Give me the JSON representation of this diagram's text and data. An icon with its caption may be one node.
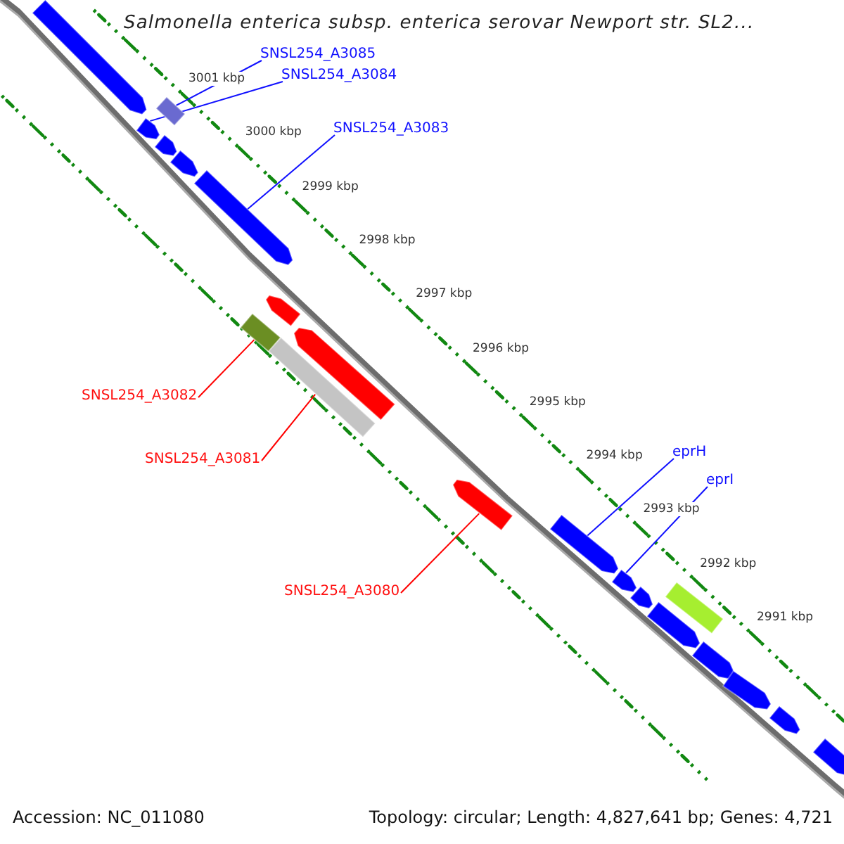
{
  "diagram": {
    "title": "Salmonella enterica subsp. enterica serovar Newport str. SL2...",
    "nodes": [
      {
        "text": [
          "SNSL254_A3085"
        ]
      },
      {
        "text": [
          "SNSL254_A3084"
        ]
      },
      {
        "text": [
          "SNSL254_A3083"
        ]
      },
      {
        "text": [
          "SNSL254_A3082"
        ]
      },
      {
        "text": [
          "SNSL254_A3081"
        ]
      },
      {
        "text": [
          "SNSL254_A3080"
        ]
      },
      {
        "text": [
          "eprH"
        ]
      },
      {
        "text": [
          "eprI"
        ]
      },
      {
        "text": [],
        "shape": "arrow"
      },
      {
        "text": [],
        "shape": "box"
      },
      {
        "text": [],
        "shape": "arrow"
      },
      {
        "text": [],
        "shape": "arrow"
      },
      {
        "text": [],
        "shape": "arrow"
      },
      {
        "text": [],
        "shape": "arrow"
      },
      {
        "text": [],
        "shape": "arrow"
      },
      {
        "text": [],
        "shape": "box"
      },
      {
        "text": [],
        "shape": "arrow"
      },
      {
        "text": [],
        "shape": "box"
      },
      {
        "text": [],
        "shape": "arrow"
      },
      {
        "text": [],
        "shape": "arrow"
      },
      {
        "text": [],
        "shape": "arrow"
      },
      {
        "text": [],
        "shape": "arrow"
      },
      {
        "text": [],
        "shape": "arrow"
      },
      {
        "text": [],
        "shape": "box"
      },
      {
        "text": [],
        "shape": "arrow"
      },
      {
        "text": [],
        "shape": "arrow"
      },
      {
        "text": [],
        "shape": "arrow"
      },
      {
        "text": [],
        "shape": "arrow"
      }
    ],
    "edges": [
      {
        "from": 0,
        "to": 9,
        "arrow": "none"
      },
      {
        "from": 1,
        "to": 10,
        "arrow": "none"
      },
      {
        "from": 2,
        "to": 13,
        "arrow": "none"
      },
      {
        "from": 3,
        "to": 15,
        "arrow": "none",
        "color": "#ff0000"
      },
      {
        "from": 4,
        "to": 17,
        "arrow": "none",
        "color": "#ff0000"
      },
      {
        "from": 5,
        "to": 18,
        "arrow": "none",
        "color": "#ff0000"
      },
      {
        "from": 6,
        "to": 19,
        "arrow": "none"
      },
      {
        "from": 7,
        "to": 20,
        "arrow": "none"
      }
    ],
    "labels": [
      "3001 kbp",
      "3000 kbp",
      "2999 kbp",
      "2998 kbp",
      "2997 kbp",
      "2996 kbp",
      "2995 kbp",
      "2994 kbp",
      "2993 kbp",
      "2992 kbp",
      "2991 kbp",
      "Accession: NC_011080",
      "Topology: circular; Length: 4,827,641 bp; Genes: 4,721"
    ]
  }
}
